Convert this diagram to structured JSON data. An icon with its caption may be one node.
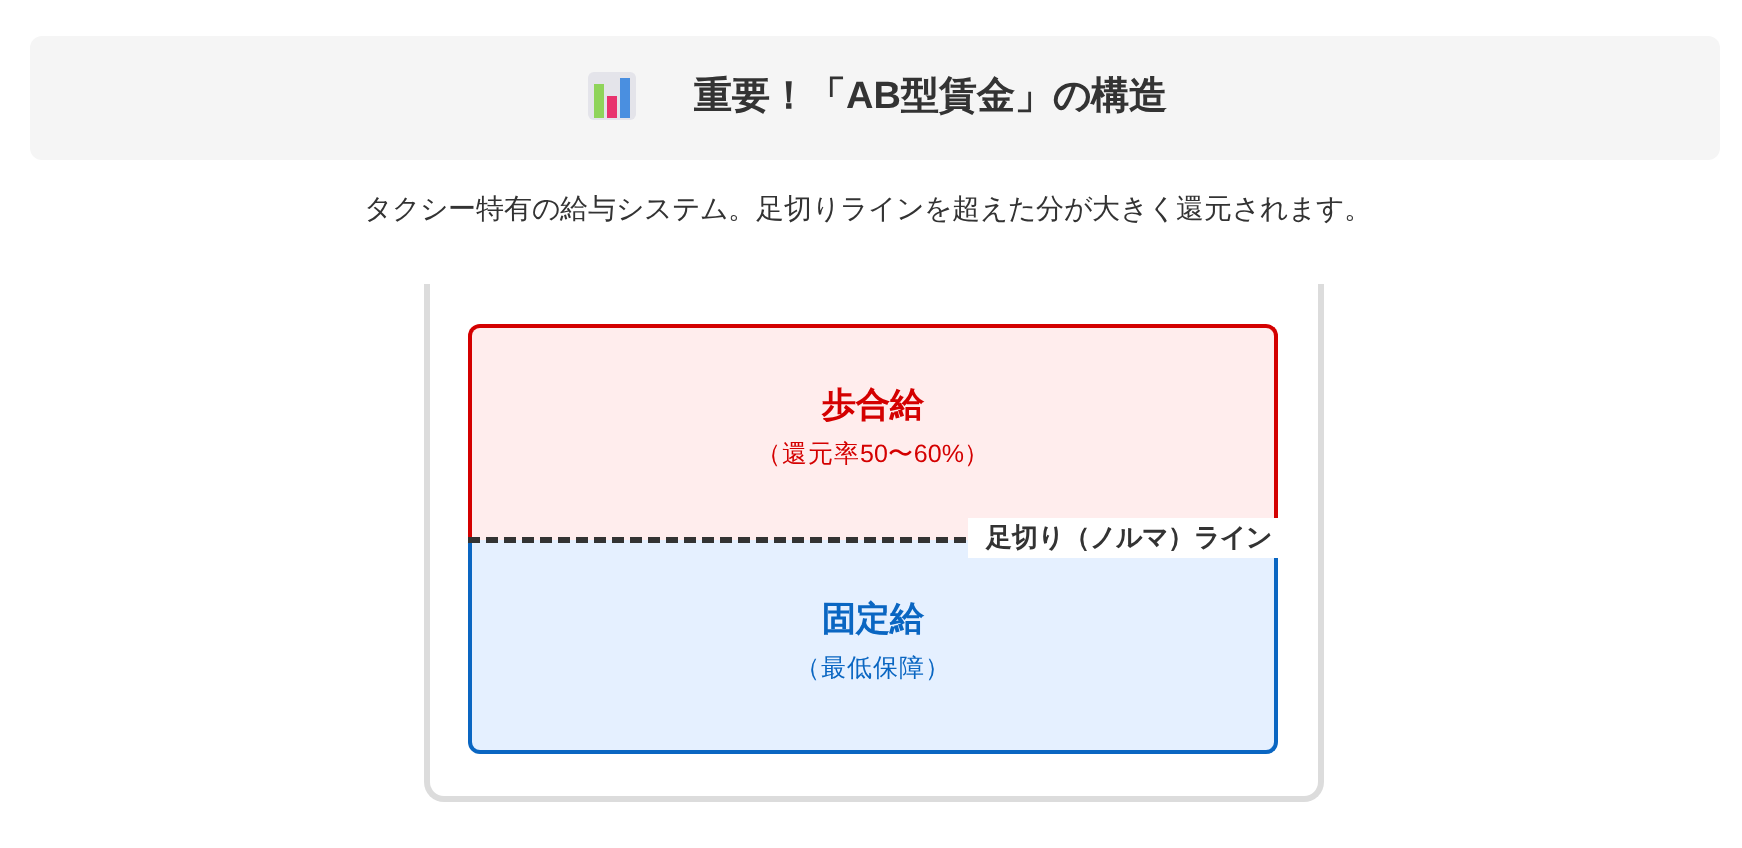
{
  "diagram": {
    "title": "重要！「AB型賃金」の構造",
    "nodes": [
      {
        "text": [],
        "shape": "box"
      },
      {
        "text": [
          "歩合給",
          "（還元率50〜60%）"
        ],
        "in": 0
      },
      {
        "text": [
          "固定給",
          "（最低保障）"
        ],
        "in": 0
      }
    ],
    "labels": [
      "タクシー特有の給与システム。足切りラインを超えた分が大きく還元されます。",
      "足切り（ノルマ）ライン"
    ]
  }
}
